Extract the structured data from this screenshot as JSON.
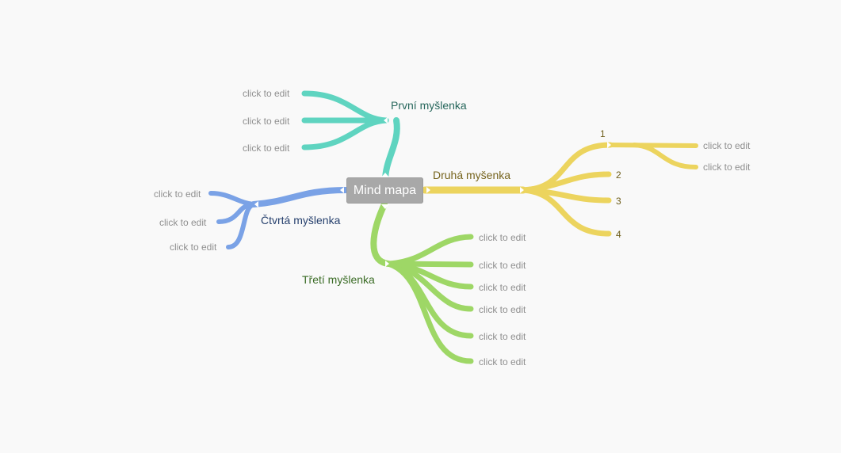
{
  "root": {
    "label": "Mind mapa",
    "color": "#a8a8a8"
  },
  "branches": [
    {
      "id": "prvni",
      "label": "První myšlenka",
      "color": "#5fd4c0",
      "text_color": "#27675c",
      "children": [
        "click to edit",
        "click to edit",
        "click to edit"
      ]
    },
    {
      "id": "druha",
      "label": "Druhá myšenka",
      "color": "#ecd45e",
      "text_color": "#76641d",
      "children": [
        "1",
        "2",
        "3",
        "4"
      ],
      "grandchildren": [
        "click to edit",
        "click to edit"
      ]
    },
    {
      "id": "treti",
      "label": "Třetí myšlenka",
      "color": "#9ed766",
      "text_color": "#3b6c26",
      "children": [
        "click to edit",
        "click to edit",
        "click to edit",
        "click to edit",
        "click to edit",
        "click to edit"
      ]
    },
    {
      "id": "ctvrta",
      "label": "Čtvrtá myšlenka",
      "color": "#7aa2e6",
      "text_color": "#27416e",
      "children": [
        "click to edit",
        "click to edit",
        "click to edit"
      ]
    }
  ]
}
